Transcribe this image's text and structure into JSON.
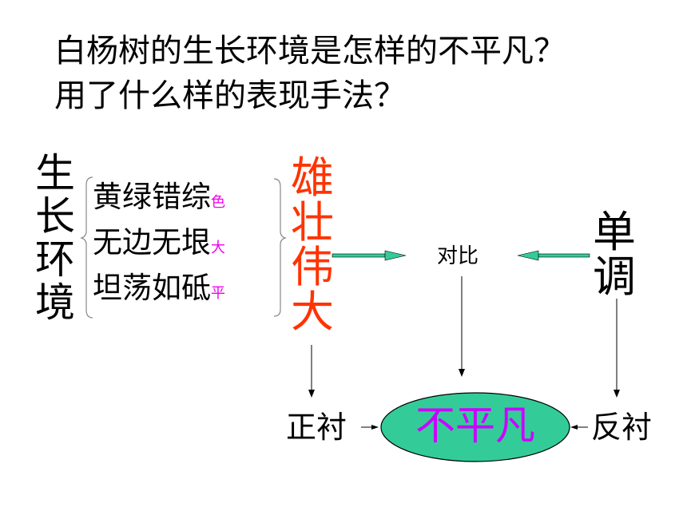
{
  "question": {
    "line1": "白杨树的生长环境是怎样的不平凡？",
    "line2": "用了什么样的表现手法？"
  },
  "env_label": [
    "生",
    "长",
    "环",
    "境"
  ],
  "descriptions": [
    {
      "text": "黄绿错综",
      "tag": "色"
    },
    {
      "text": "无边无垠",
      "tag": "大"
    },
    {
      "text": "坦荡如砥",
      "tag": "平"
    }
  ],
  "grand_label": [
    "雄",
    "壮",
    "伟",
    "大"
  ],
  "monotone_label": [
    "单",
    "调"
  ],
  "contrast_label": "对比",
  "positive_foil": "正衬",
  "negative_foil": "反衬",
  "extraordinary": "不平凡",
  "colors": {
    "grand": "#ff3300",
    "tag": "#ee00ee",
    "ellipse_fill": "#33cc99",
    "ellipse_text": "#cc00ff",
    "arrow_fill": "#33cc99"
  }
}
